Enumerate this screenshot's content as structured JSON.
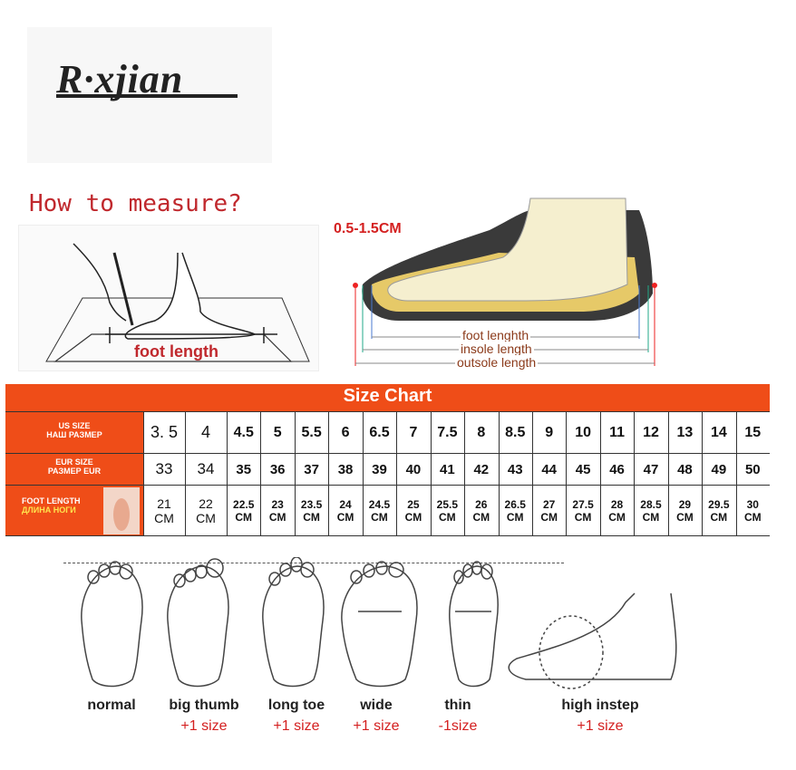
{
  "logo": {
    "text": "R·xjian"
  },
  "measure": {
    "title": "How to measure?",
    "foot_length_caption": "foot length",
    "gap_label": "0.5-1.5CM",
    "dimensions": [
      "foot lenghth",
      "insole length",
      "outsole length"
    ]
  },
  "size_chart": {
    "title": "Size Chart",
    "row_labels": [
      [
        "US SIZE",
        "НАШ РАЗМЕР"
      ],
      [
        "EUR SIZE",
        "РАЗМЕР EUR"
      ],
      [
        "FOOT LENGTH",
        "ДЛИНА НОГИ"
      ]
    ],
    "us": [
      "3. 5",
      "4",
      "4.5",
      "5",
      "5.5",
      "6",
      "6.5",
      "7",
      "7.5",
      "8",
      "8.5",
      "9",
      "10",
      "11",
      "12",
      "13",
      "14",
      "15"
    ],
    "eur": [
      "33",
      "34",
      "35",
      "36",
      "37",
      "38",
      "39",
      "40",
      "41",
      "42",
      "43",
      "44",
      "45",
      "46",
      "47",
      "48",
      "49",
      "50"
    ],
    "cm_values": [
      "21",
      "22",
      "22.5",
      "23",
      "23.5",
      "24",
      "24.5",
      "25",
      "25.5",
      "26",
      "26.5",
      "27",
      "27.5",
      "28",
      "28.5",
      "29",
      "29.5",
      "30"
    ],
    "cm_unit": "CM",
    "colors": {
      "header": "#ef4d18"
    }
  },
  "foot_types": [
    {
      "label": "normal",
      "adjust": ""
    },
    {
      "label": "big thumb",
      "adjust": "+1 size"
    },
    {
      "label": "long toe",
      "adjust": "+1 size"
    },
    {
      "label": "wide",
      "adjust": "+1 size"
    },
    {
      "label": "thin",
      "adjust": "-1size"
    },
    {
      "label": "high instep",
      "adjust": "+1 size"
    }
  ]
}
